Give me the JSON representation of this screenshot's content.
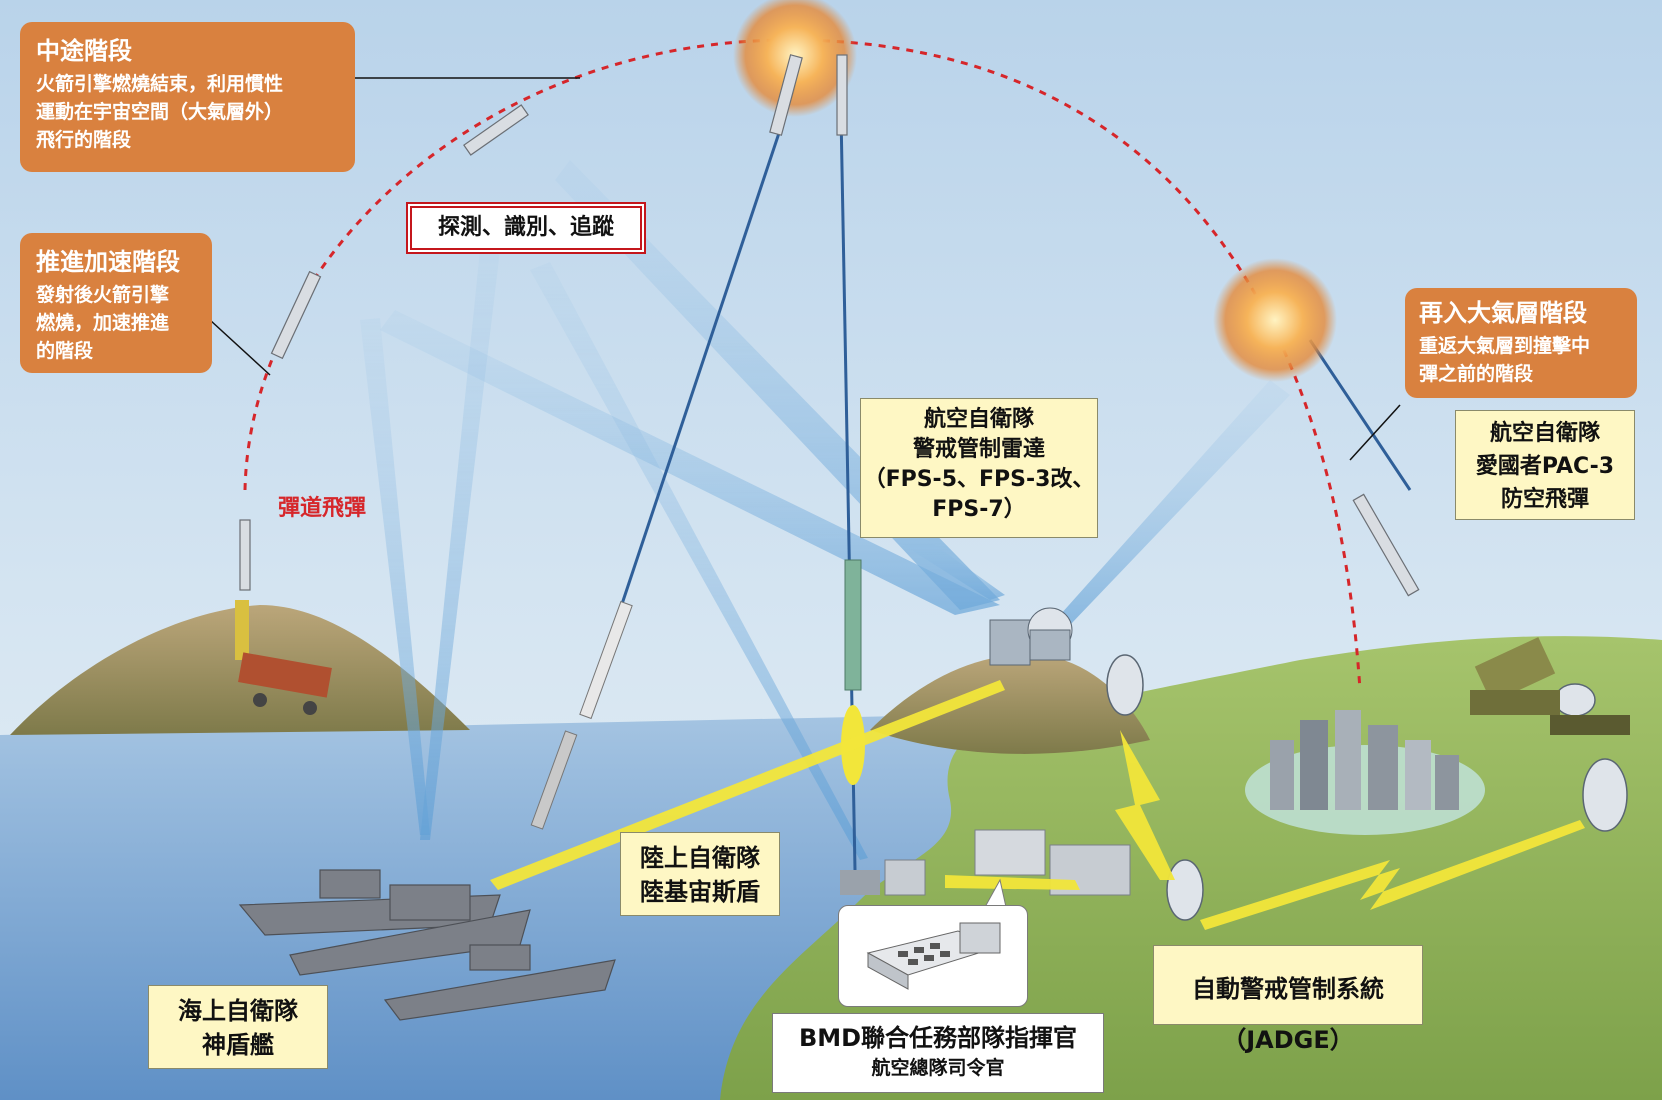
{
  "colors": {
    "orange_box": "#d9813f",
    "yellow_box": "#fef7c4",
    "trajectory": "#d6262a",
    "beam": "#7fb3de",
    "comm_link": "#f2e63a",
    "sea": "#6f9fd0",
    "land": "#8fb25a"
  },
  "phases": {
    "midcourse": {
      "title": "中途階段",
      "desc": "火箭引擎燃燒結束，利用慣性\n運動在宇宙空間（大氣層外）\n飛行的階段"
    },
    "boost": {
      "title": "推進加速階段",
      "desc": "發射後火箭引擎\n燃燒，加速推進\n的階段"
    },
    "reentry": {
      "title": "再入大氣層階段",
      "desc": "重返大氣層到撞擊中\n彈之前的階段"
    }
  },
  "detect_label": "探測、識別、追蹤",
  "missile_label": "彈道飛彈",
  "labels": {
    "radar": "航空自衛隊\n警戒管制雷達\n（FPS-5、FPS-3改、\nFPS-7）",
    "pac3": "航空自衛隊\n愛國者PAC-3\n防空飛彈",
    "aegis_ship": "海上自衛隊\n神盾艦",
    "aegis_ashore": "陸上自衛隊\n陸基宙斯盾",
    "jadge_line1": "自動警戒管制系統",
    "jadge_line2": "（JADGE）",
    "commander_line1": "BMD聯合任務部隊指揮官",
    "commander_line2": "航空總隊司令官"
  },
  "icons": [
    "explosion-icon",
    "missile-icon",
    "ship-icon",
    "radar-dome-icon",
    "satellite-dish-icon",
    "launcher-truck-icon",
    "building-icon",
    "command-room-icon",
    "lightning-link-icon"
  ]
}
